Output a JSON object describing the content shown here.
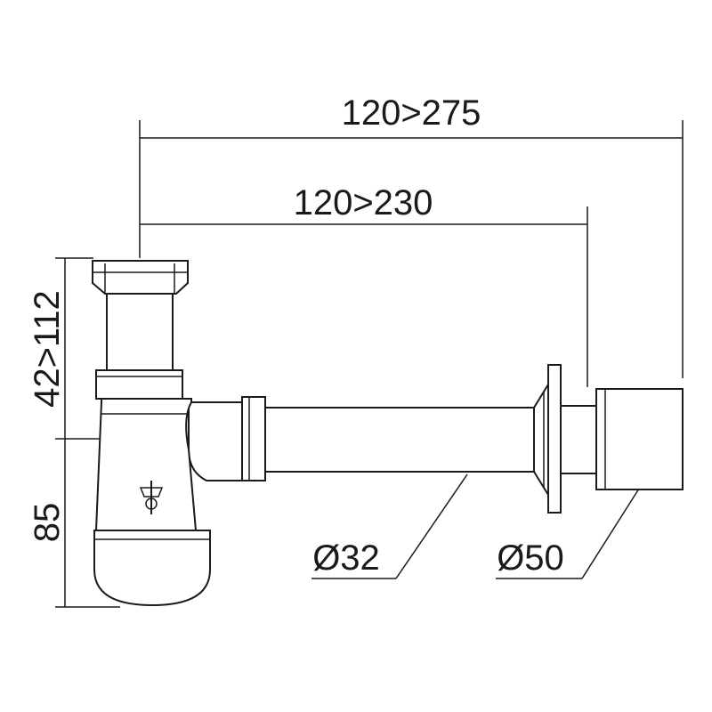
{
  "dimensions": {
    "overall_length": "120>275",
    "wall_length": "120>230",
    "inlet_height": "42>112",
    "trap_height": "85"
  },
  "diameters": {
    "pipe": "Ø32",
    "outlet": "Ø50"
  },
  "icons": [
    "bottle-trap-body",
    "threaded-inlet-nut",
    "horizontal-pipe",
    "wall-flange",
    "wall-socket",
    "drain-screw-icon"
  ]
}
